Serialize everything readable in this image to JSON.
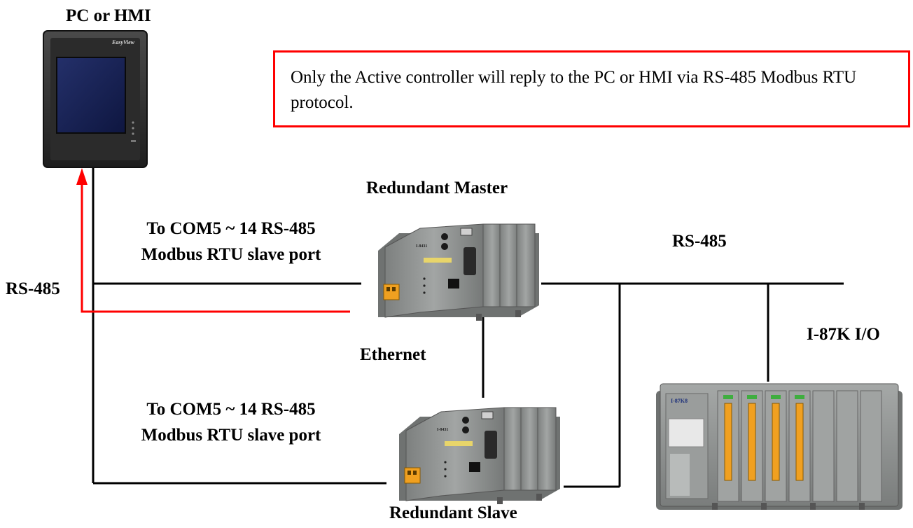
{
  "labels": {
    "pc_hmi": "PC or HMI",
    "hmi_brand": "EasyView",
    "redundant_master": "Redundant Master",
    "redundant_slave": "Redundant Slave",
    "to_com_top_line1": "To COM5 ~ 14 RS-485",
    "to_com_top_line2": "Modbus RTU slave port",
    "to_com_bottom_line1": "To COM5 ~ 14 RS-485",
    "to_com_bottom_line2": "Modbus RTU slave port",
    "rs485_left": "RS-485",
    "rs485_right": "RS-485",
    "ethernet": "Ethernet",
    "io_module": "I-87K I/O",
    "io_chassis_brand": "I-87K8",
    "controller_model": "I-8431"
  },
  "note": {
    "text": "Only the Active controller will reply to the PC or HMI via RS-485 Modbus RTU protocol.",
    "border_color": "#ff0000"
  },
  "colors": {
    "bus_line": "#000000",
    "reply_arrow": "#ff0000",
    "controller_body": "#8c8f8e",
    "io_body": "#8e9190",
    "terminal_orange": "#f0a020"
  }
}
